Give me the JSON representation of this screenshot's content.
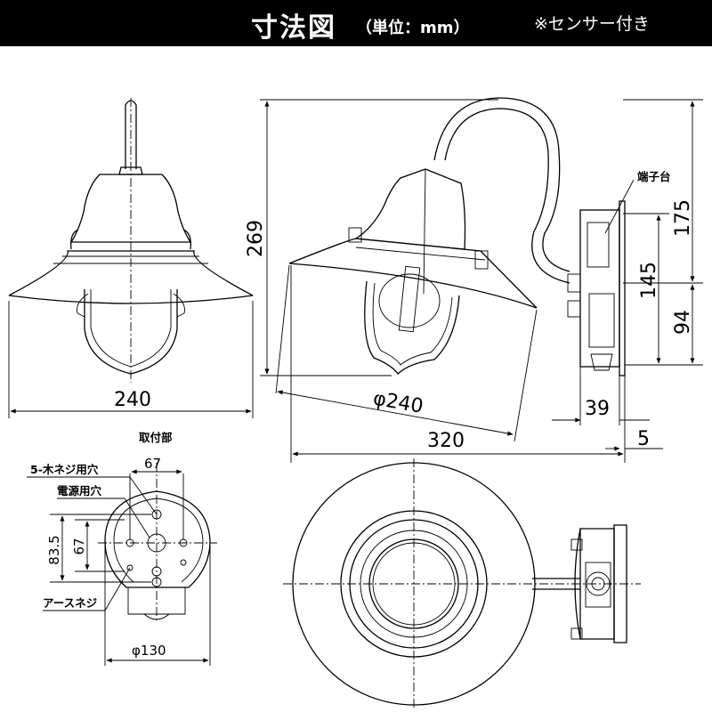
{
  "header": {
    "title": "寸法図",
    "unit": "（単位：mm）",
    "note": "※センサー付き"
  },
  "front_view": {
    "width_dim": "240"
  },
  "side_view": {
    "height_dim": "269",
    "shade_dia": "φ240",
    "depth_dim": "320",
    "base_depth": "39",
    "plate_thickness": "5",
    "terminal_label": "端子台",
    "upper_dim": "175",
    "mid_dim": "145",
    "lower_dim": "94"
  },
  "mount_view": {
    "title": "取付部",
    "screw_label": "5-木ネジ用穴",
    "power_label": "電源用穴",
    "earth_label": "アースネジ",
    "top_dim": "67",
    "v_dim_outer": "83.5",
    "v_dim_inner": "67",
    "base_dia": "φ130"
  }
}
